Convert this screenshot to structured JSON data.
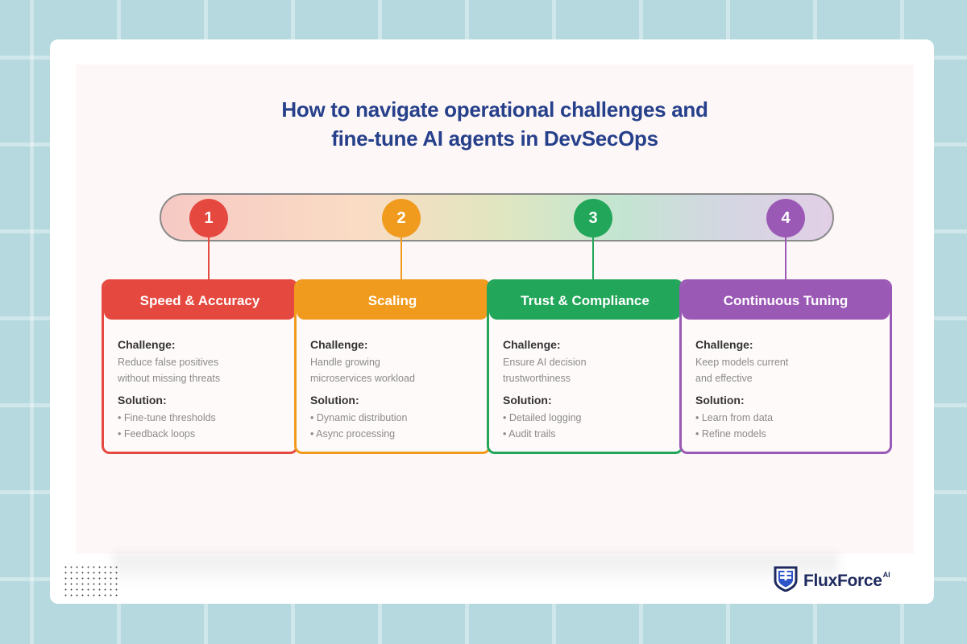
{
  "title": {
    "line1": "How to navigate operational challenges and",
    "line2": "fine-tune AI agents in DevSecOps"
  },
  "steps": [
    {
      "number": "1",
      "color": "#e5483f",
      "heading": "Speed & Accuracy",
      "challenge_label": "Challenge:",
      "challenge_lines": [
        "Reduce false positives",
        "without missing threats"
      ],
      "solution_label": "Solution:",
      "solutions": [
        "• Fine-tune thresholds",
        "• Feedback loops"
      ]
    },
    {
      "number": "2",
      "color": "#f09b1d",
      "heading": "Scaling",
      "challenge_label": "Challenge:",
      "challenge_lines": [
        "Handle growing",
        "microservices workload"
      ],
      "solution_label": "Solution:",
      "solutions": [
        "• Dynamic distribution",
        "• Async processing"
      ]
    },
    {
      "number": "3",
      "color": "#22a65a",
      "heading": "Trust & Compliance",
      "challenge_label": "Challenge:",
      "challenge_lines": [
        "Ensure AI decision",
        "trustworthiness"
      ],
      "solution_label": "Solution:",
      "solutions": [
        "• Detailed logging",
        "• Audit trails"
      ]
    },
    {
      "number": "4",
      "color": "#9b59b6",
      "heading": "Continuous Tuning",
      "challenge_label": "Challenge:",
      "challenge_lines": [
        "Keep models current",
        "and effective"
      ],
      "solution_label": "Solution:",
      "solutions": [
        "• Learn from data",
        "• Refine models"
      ]
    }
  ],
  "brand": {
    "name": "FluxForce",
    "superscript": "AI",
    "icon": "shield-icon",
    "color": "#1e2a5e"
  }
}
